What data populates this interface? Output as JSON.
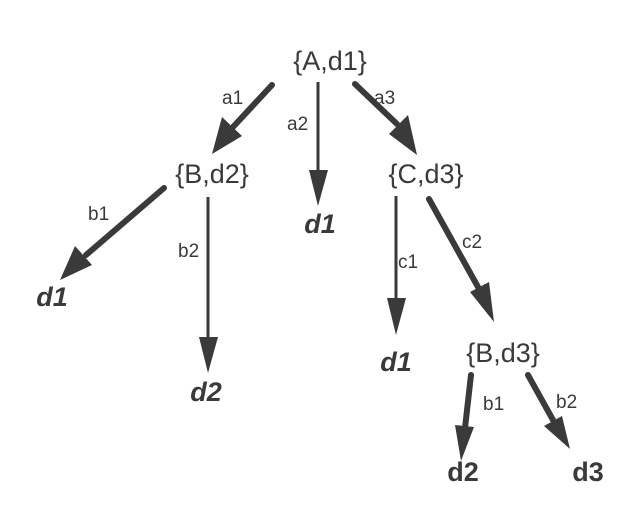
{
  "diagram": {
    "type": "decision-tree",
    "colors": {
      "background": "#ffffff",
      "ink": "#3a3a3a"
    },
    "nodes": {
      "root": {
        "label": "{A,d1}"
      },
      "b_d2": {
        "label": "{B,d2}"
      },
      "c_d3": {
        "label": "{C,d3}"
      },
      "b_d3": {
        "label": "{B,d3}"
      },
      "leaf_a2": {
        "label": "d1",
        "italic": true
      },
      "leaf_b1": {
        "label": "d1",
        "italic": true
      },
      "leaf_b2": {
        "label": "d2",
        "italic": true
      },
      "leaf_c1": {
        "label": "d1",
        "italic": true
      },
      "leaf_bd3_b1": {
        "label": "d2",
        "italic": false
      },
      "leaf_bd3_b2": {
        "label": "d3",
        "italic": false
      }
    },
    "edges": {
      "a1": {
        "label": "a1",
        "from": "{A,d1}",
        "to": "{B,d2}"
      },
      "a2": {
        "label": "a2",
        "from": "{A,d1}",
        "to": "d1"
      },
      "a3": {
        "label": "a3",
        "from": "{A,d1}",
        "to": "{C,d3}"
      },
      "b_d2_b1": {
        "label": "b1",
        "from": "{B,d2}",
        "to": "d1"
      },
      "b_d2_b2": {
        "label": "b2",
        "from": "{B,d2}",
        "to": "d2"
      },
      "c1": {
        "label": "c1",
        "from": "{C,d3}",
        "to": "d1"
      },
      "c2": {
        "label": "c2",
        "from": "{C,d3}",
        "to": "{B,d3}"
      },
      "b_d3_b1": {
        "label": "b1",
        "from": "{B,d3}",
        "to": "d2"
      },
      "b_d3_b2": {
        "label": "b2",
        "from": "{B,d3}",
        "to": "d3"
      }
    }
  }
}
